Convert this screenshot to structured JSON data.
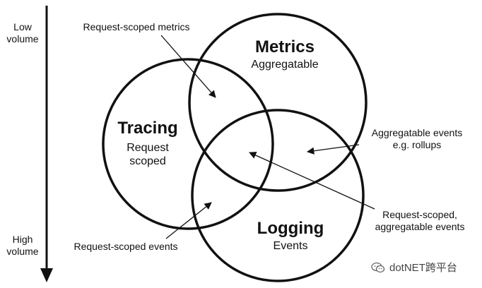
{
  "axis": {
    "top_label": "Low\nvolume",
    "bottom_label": "High\nvolume"
  },
  "circles": {
    "metrics": {
      "title": "Metrics",
      "subtitle": "Aggregatable"
    },
    "tracing": {
      "title": "Tracing",
      "subtitle": "Request\nscoped"
    },
    "logging": {
      "title": "Logging",
      "subtitle": "Events"
    }
  },
  "annotations": {
    "request_scoped_metrics": "Request-scoped metrics",
    "aggregatable_events": "Aggregatable events\ne.g. rollups",
    "request_scoped_aggregatable": "Request-scoped,\naggregatable events",
    "request_scoped_events": "Request-scoped events"
  },
  "watermark": {
    "text": "dotNET跨平台",
    "icon": "wechat-icon"
  }
}
